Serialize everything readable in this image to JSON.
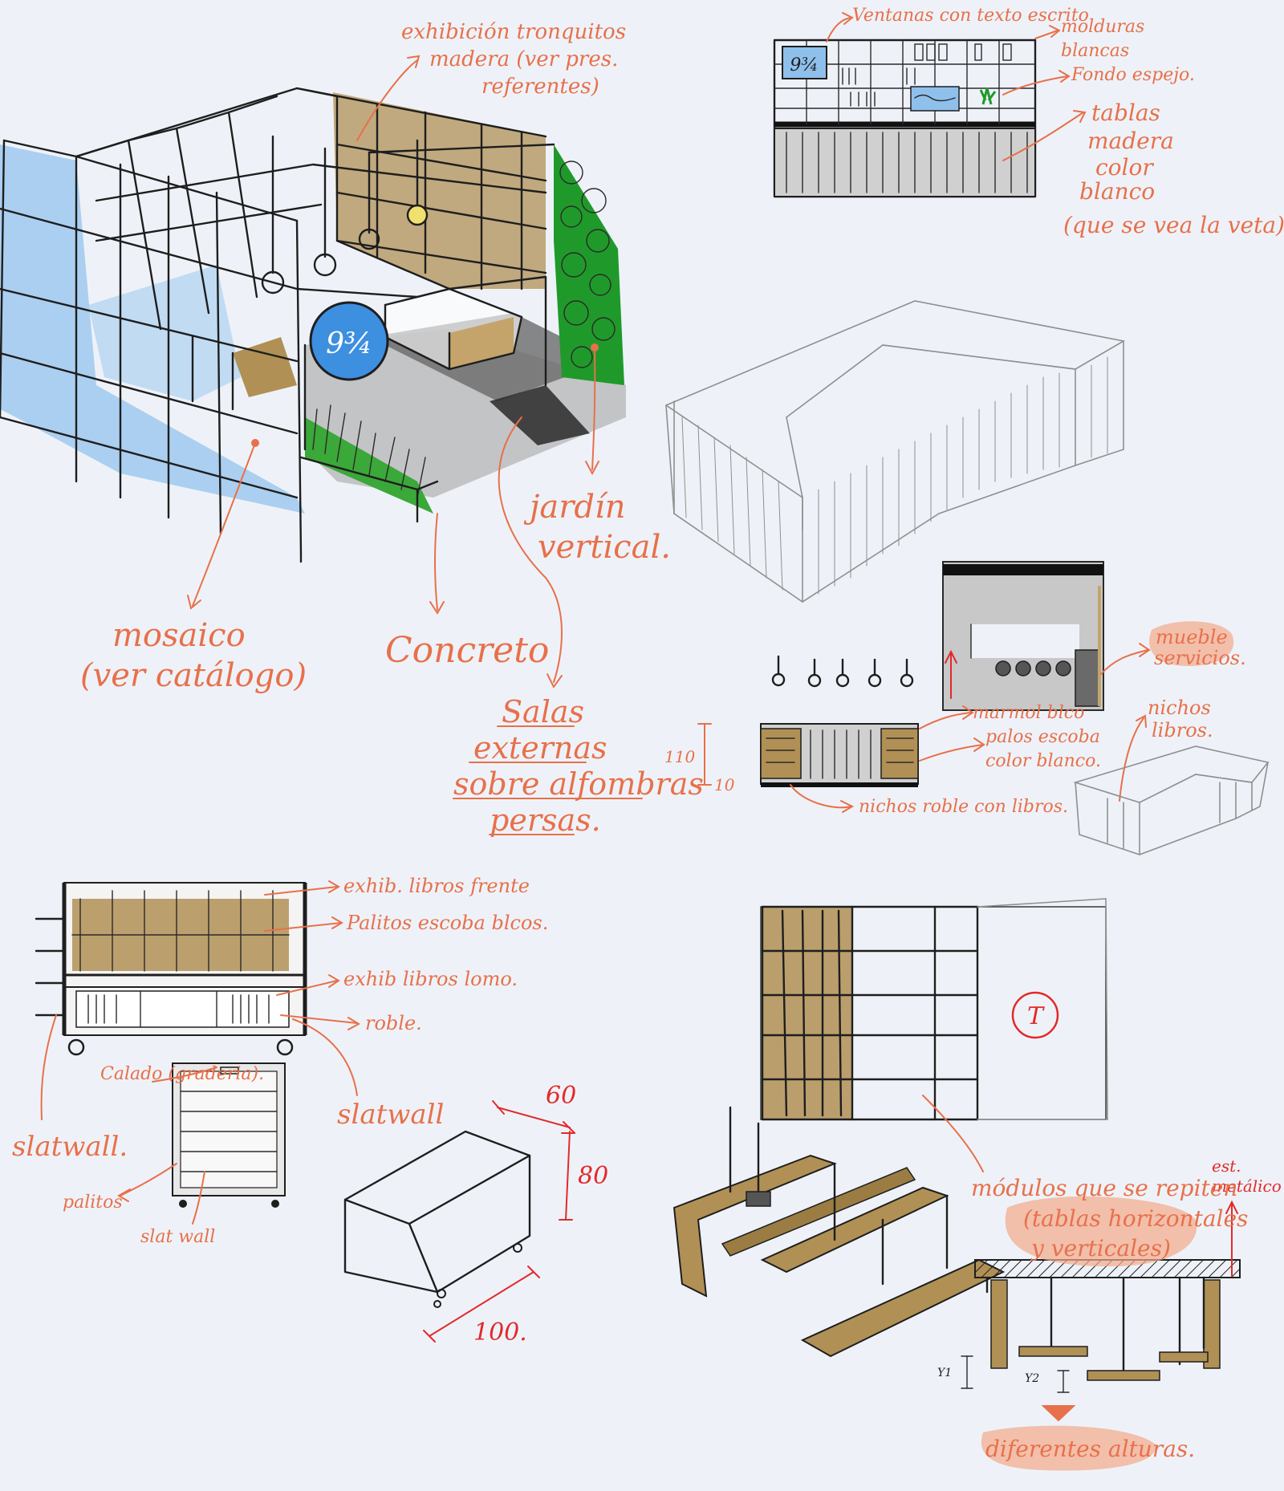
{
  "labels": {
    "exhibicion_tronquitos": [
      "exhibición tronquitos",
      "madera (ver pres.",
      "referentes)"
    ],
    "mosaico": [
      "mosaico",
      "(ver catálogo)"
    ],
    "concreto": "Concreto",
    "jardin_vertical": [
      "jardín",
      "vertical."
    ],
    "salas_externas": [
      "Salas",
      "externas",
      "sobre alfombras",
      "persas."
    ],
    "ventanas": "Ventanas con texto escrito",
    "molduras": [
      "molduras",
      "blancas"
    ],
    "fondo_espejo": "Fondo espejo.",
    "tablas_madera": [
      "tablas",
      "madera",
      "color",
      "blanco",
      "(que se vea la veta)."
    ],
    "sign_text": "9¾",
    "sign_text_small": "9¾",
    "mueble_servicios": [
      "mueble",
      "servicios."
    ],
    "nichos_libros": [
      "nichos",
      "libros."
    ],
    "marmol": "marmol blco",
    "palos_escoba": [
      "palos escoba",
      "color blanco."
    ],
    "nichos_roble": "nichos roble con libros.",
    "dim_110": "110",
    "dim_10": "10",
    "exhib_frente": "exhib. libros frente",
    "palitos_escoba": "Palitos escoba blcos.",
    "exhib_lomo": "exhib libros lomo.",
    "roble": "roble.",
    "calado": "Calado (graderia).",
    "slatwall_left": "slatwall.",
    "slatwall_mid": "slatwall",
    "palitos": "palitos",
    "slat_wall_small": "slat wall",
    "dim_60": "60",
    "dim_80": "80",
    "dim_100": "100.",
    "modulos": [
      "módulos que se repiten",
      "(tablas horizontales",
      "y verticales)"
    ],
    "est_metalico": [
      "est.",
      "metálico"
    ],
    "diferentes_alturas": "diferentes alturas.",
    "t_mark": "T",
    "y1": "Y1",
    "y2": "Y2"
  },
  "colors": {
    "ink": "#1e1e1e",
    "annotation": "#e8704a",
    "dimension_red": "#e22a2a",
    "glass_blue": "#8fc0ec",
    "sign_blue": "#3d8fe0",
    "wood": "#b09055",
    "vertical_garden": "#1f9a2a",
    "floor_grey": "#b4b4b4",
    "paper": "#eef2f8"
  }
}
